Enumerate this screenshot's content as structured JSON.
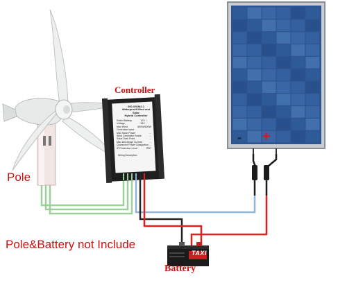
{
  "labels": {
    "controller": "Controller",
    "pole": "Pole",
    "note": "Pole&Battery not Include",
    "battery": "Battery",
    "minus": "-",
    "plus": "+"
  },
  "controller_panel": {
    "header": [
      "600-WOM2-1",
      "Waterproof Wind and Solar",
      "Hybrid Controller"
    ],
    "rows": [
      {
        "k": "Rated Battery Voltage",
        "v": "12V / 24V"
      },
      {
        "k": "Max Wind Generator Input",
        "v": "600W/600W"
      },
      {
        "k": "Max Solar Power",
        "v": "..."
      },
      {
        "k": "Wind Generator Brake",
        "v": "..."
      },
      {
        "k": "Solar Dark Point",
        "v": "..."
      },
      {
        "k": "Max Discharge Current",
        "v": "..."
      },
      {
        "k": "Quiescent Power Dissipation",
        "v": "..."
      },
      {
        "k": "IP Protection Level",
        "v": "IP67"
      }
    ],
    "footer": "Wiring Description"
  },
  "battery_logo": "TAXI",
  "colors": {
    "label_red": "#cc1111",
    "wire_red": "#e02020",
    "wire_blue": "#8fb6d8",
    "wire_green": "#9ccf9a",
    "wire_black": "#222222",
    "panel_blue": "#2b4f8c"
  }
}
